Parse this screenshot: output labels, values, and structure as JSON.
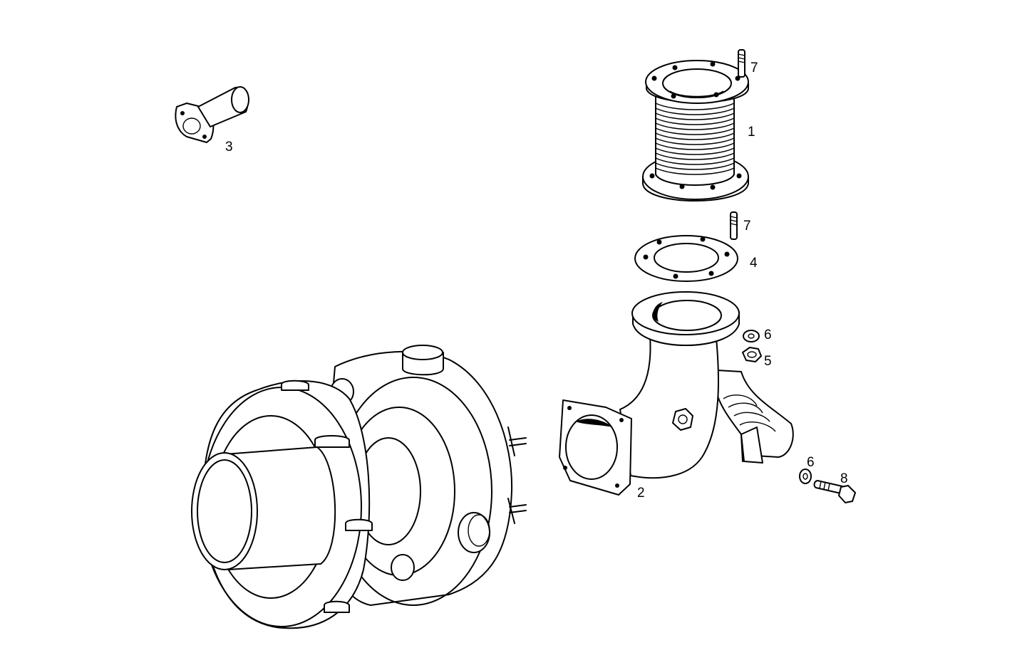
{
  "callouts": {
    "c1": "1",
    "c2": "2",
    "c3": "3",
    "c4": "4",
    "c5": "5",
    "c6a": "6",
    "c6b": "6",
    "c7a": "7",
    "c7b": "7",
    "c8": "8"
  }
}
